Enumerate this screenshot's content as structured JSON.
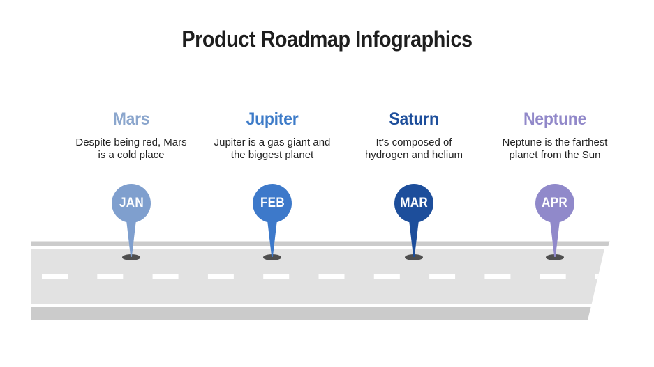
{
  "title": "Product Roadmap Infographics",
  "columns": [
    {
      "planet": "Mars",
      "month": "JAN",
      "description": "Despite being red, Mars\nis a cold place",
      "heading_color": "#8ba6cd",
      "pin_color": "#7f9fce"
    },
    {
      "planet": "Jupiter",
      "month": "FEB",
      "description": "Jupiter is a gas giant and\nthe biggest planet",
      "heading_color": "#3d7bc8",
      "pin_color": "#3d79ca"
    },
    {
      "planet": "Saturn",
      "month": "MAR",
      "description": "It’s composed of\nhydrogen and helium",
      "heading_color": "#1d4e9b",
      "pin_color": "#1d4e9b"
    },
    {
      "planet": "Neptune",
      "month": "APR",
      "description": "Neptune is the farthest\nplanet from the Sun",
      "heading_color": "#9188c9",
      "pin_color": "#9089ca"
    }
  ],
  "road": {
    "surface_color": "#e2e2e2",
    "shoulder_color": "#cbcbcb",
    "marking_color": "#ffffff",
    "shadow_color": "#4f4f4f"
  }
}
